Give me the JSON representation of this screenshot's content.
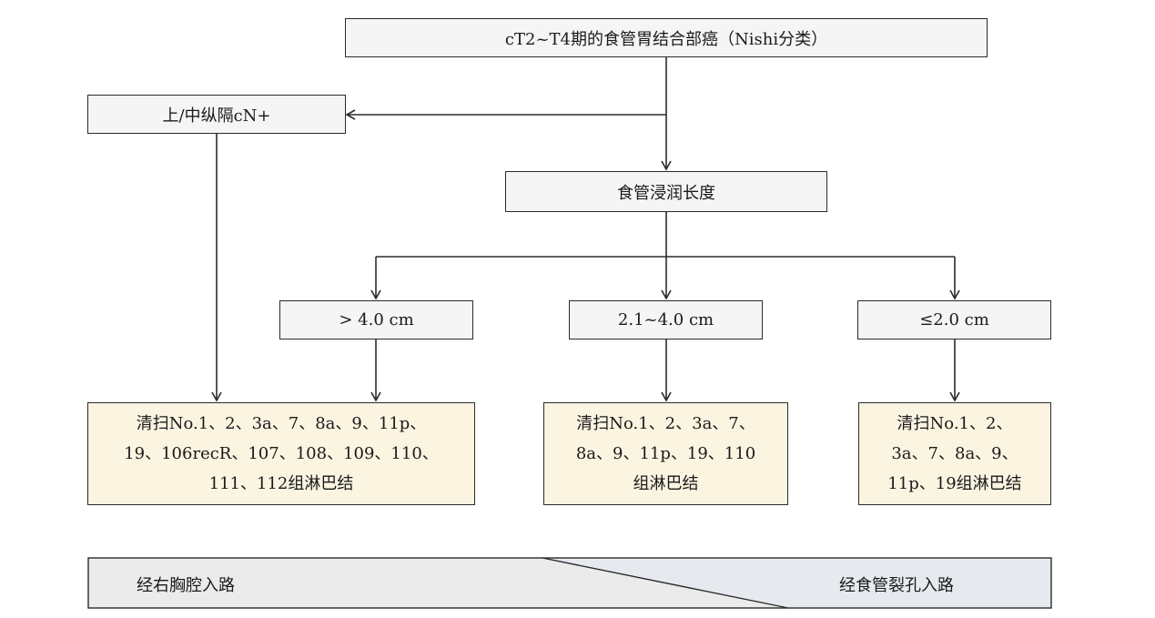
{
  "nodes": {
    "root": "cT2~T4期的食管胃结合部癌（Nishi分类）",
    "mediastinal": "上/中纵隔cN+",
    "invasion": "食管浸润长度",
    "gt4": "> 4.0 cm",
    "mid": "2.1~4.0 cm",
    "le2": "≤2.0 cm"
  },
  "results": {
    "left": [
      "清扫No.1、2、3a、7、8a、9、11p、",
      "19、106recR、107、108、109、110、",
      "111、112组淋巴结"
    ],
    "middle": [
      "清扫No.1、2、3a、7、",
      "8a、9、11p、19、110",
      "组淋巴结"
    ],
    "right": [
      "清扫No.1、2、",
      "3a、7、8a、9、",
      "11p、19组淋巴结"
    ]
  },
  "approach": {
    "left_label": "经右胸腔入路",
    "right_label": "经食管裂孔入路",
    "left_color": "#ebebeb",
    "right_color": "#e6eaef"
  }
}
